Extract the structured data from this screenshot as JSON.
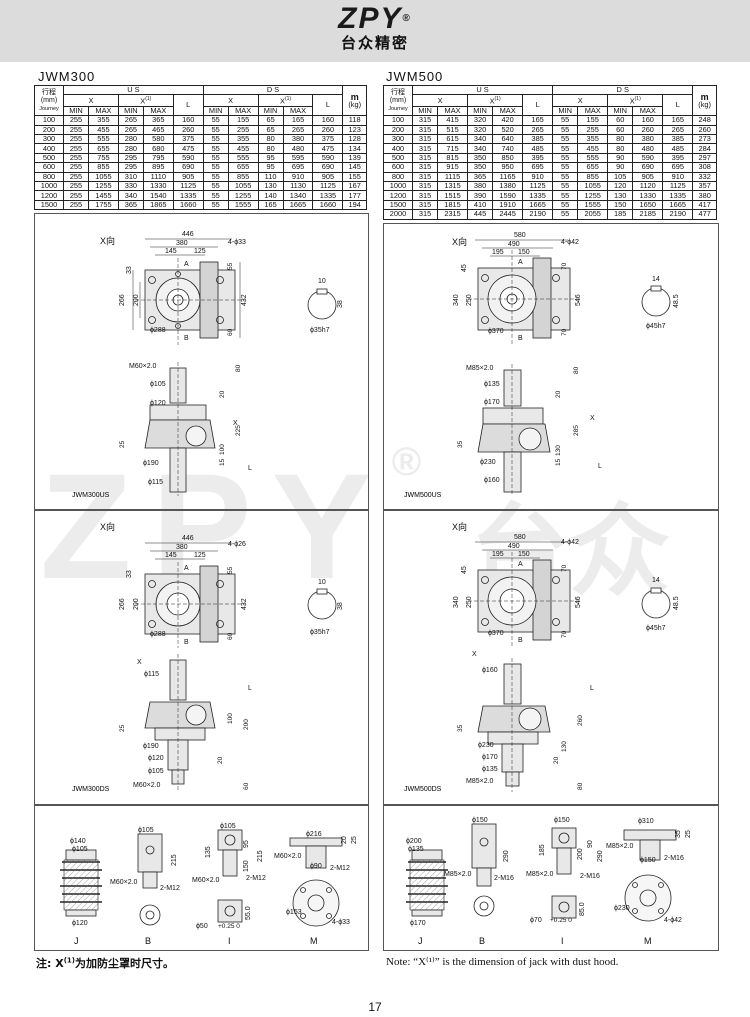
{
  "header": {
    "logo": "ZPY",
    "logo_reg": "®",
    "brand_cn": "台众精密"
  },
  "watermark": {
    "text": "ZPY",
    "reg": "®",
    "cn": "台众"
  },
  "table_headers": {
    "stroke_cn": "行程",
    "stroke_unit": "(mm)",
    "stroke_en": "Journey",
    "us": "U S",
    "ds": "D S",
    "x": "X",
    "x1": "X",
    "x1_sup": "(1)",
    "l": "L",
    "min": "MIN",
    "max": "MAX",
    "mass": "m",
    "mass_unit": "(kg)"
  },
  "jwm300": {
    "title": "JWM300",
    "rows": [
      [
        "100",
        "255",
        "355",
        "265",
        "365",
        "160",
        "55",
        "155",
        "65",
        "165",
        "160",
        "118"
      ],
      [
        "200",
        "255",
        "455",
        "265",
        "465",
        "260",
        "55",
        "255",
        "65",
        "265",
        "260",
        "123"
      ],
      [
        "300",
        "255",
        "555",
        "280",
        "580",
        "375",
        "55",
        "355",
        "80",
        "380",
        "375",
        "128"
      ],
      [
        "400",
        "255",
        "655",
        "280",
        "680",
        "475",
        "55",
        "455",
        "80",
        "480",
        "475",
        "134"
      ],
      [
        "500",
        "255",
        "755",
        "295",
        "795",
        "590",
        "55",
        "555",
        "95",
        "595",
        "590",
        "139"
      ],
      [
        "600",
        "255",
        "855",
        "295",
        "895",
        "690",
        "55",
        "655",
        "95",
        "695",
        "690",
        "145"
      ],
      [
        "800",
        "255",
        "1055",
        "310",
        "1110",
        "905",
        "55",
        "855",
        "110",
        "910",
        "905",
        "155"
      ],
      [
        "1000",
        "255",
        "1255",
        "330",
        "1330",
        "1125",
        "55",
        "1055",
        "130",
        "1130",
        "1125",
        "167"
      ],
      [
        "1200",
        "255",
        "1455",
        "340",
        "1540",
        "1335",
        "55",
        "1255",
        "140",
        "1340",
        "1335",
        "177"
      ],
      [
        "1500",
        "255",
        "1755",
        "365",
        "1865",
        "1660",
        "55",
        "1555",
        "165",
        "1665",
        "1660",
        "194"
      ]
    ],
    "us_label": "JWM300US",
    "ds_label": "JWM300DS",
    "top": {
      "x_dir": "X向",
      "w446": "446",
      "w380": "380",
      "w145": "145",
      "w125": "125",
      "holes_us": "4-ϕ33",
      "holes_ds": "4-ϕ26",
      "a": "A",
      "b": "B",
      "d288": "ϕ288",
      "h266": "266",
      "h200": "200",
      "h33": "33",
      "h432": "432",
      "r55": "55",
      "r60": "60",
      "key10": "10",
      "key38": "38",
      "shaft": "ϕ35h7"
    },
    "us": {
      "thread": "M60×2.0",
      "d105": "ϕ105",
      "d120": "ϕ120",
      "d190": "ϕ190",
      "d115": "ϕ115",
      "x": "X",
      "l": "L",
      "v80": "80",
      "v20": "20",
      "v225": "225",
      "v25": "25",
      "v100": "100",
      "v15": "15"
    },
    "ds": {
      "x": "X",
      "d115": "ϕ115",
      "d190": "ϕ190",
      "d120": "ϕ120",
      "d105": "ϕ105",
      "thread": "M60×2.0",
      "l": "L",
      "v25": "25",
      "v100": "100",
      "v200": "200",
      "v20": "20",
      "v60": "60"
    }
  },
  "jwm500": {
    "title": "JWM500",
    "rows": [
      [
        "100",
        "315",
        "415",
        "320",
        "420",
        "165",
        "55",
        "155",
        "60",
        "160",
        "165",
        "248"
      ],
      [
        "200",
        "315",
        "515",
        "320",
        "520",
        "265",
        "55",
        "255",
        "60",
        "260",
        "265",
        "260"
      ],
      [
        "300",
        "315",
        "615",
        "340",
        "640",
        "385",
        "55",
        "355",
        "80",
        "380",
        "385",
        "273"
      ],
      [
        "400",
        "315",
        "715",
        "340",
        "740",
        "485",
        "55",
        "455",
        "80",
        "480",
        "485",
        "284"
      ],
      [
        "500",
        "315",
        "815",
        "350",
        "850",
        "395",
        "55",
        "555",
        "90",
        "590",
        "395",
        "297"
      ],
      [
        "600",
        "315",
        "915",
        "350",
        "950",
        "695",
        "55",
        "655",
        "90",
        "690",
        "695",
        "308"
      ],
      [
        "800",
        "315",
        "1115",
        "365",
        "1165",
        "910",
        "55",
        "855",
        "105",
        "905",
        "910",
        "332"
      ],
      [
        "1000",
        "315",
        "1315",
        "380",
        "1380",
        "1125",
        "55",
        "1055",
        "120",
        "1120",
        "1125",
        "357"
      ],
      [
        "1200",
        "315",
        "1515",
        "390",
        "1590",
        "1335",
        "55",
        "1255",
        "130",
        "1330",
        "1335",
        "380"
      ],
      [
        "1500",
        "315",
        "1815",
        "410",
        "1910",
        "1665",
        "55",
        "1555",
        "150",
        "1650",
        "1665",
        "417"
      ],
      [
        "2000",
        "315",
        "2315",
        "445",
        "2445",
        "2190",
        "55",
        "2055",
        "185",
        "2185",
        "2190",
        "477"
      ]
    ],
    "us_label": "JWM500US",
    "ds_label": "JWM500DS",
    "top": {
      "x_dir": "X向",
      "w580": "580",
      "w490": "490",
      "w195": "195",
      "w150": "150",
      "holes": "4-ϕ42",
      "a": "A",
      "b": "B",
      "d370": "ϕ370",
      "h340": "340",
      "h250": "250",
      "h45": "45",
      "h546": "546",
      "r70": "70",
      "r70b": "70",
      "key14": "14",
      "key485": "48.5",
      "shaft": "ϕ45h7"
    },
    "us": {
      "thread": "M85×2.0",
      "d135": "ϕ135",
      "d170": "ϕ170",
      "d230": "ϕ230",
      "d160": "ϕ160",
      "x": "X",
      "l": "L",
      "v80": "80",
      "v20": "20",
      "v285": "285",
      "v35": "35",
      "v130": "130",
      "v15": "15"
    },
    "ds": {
      "x": "X",
      "d160": "ϕ160",
      "d230": "ϕ230",
      "d170": "ϕ170",
      "d135": "ϕ135",
      "thread": "M85×2.0",
      "l": "L",
      "v35": "35",
      "v130": "130",
      "v260": "260",
      "v20": "20",
      "v80": "80"
    }
  },
  "acc300": {
    "j": {
      "label": "J",
      "d140": "ϕ140",
      "d105": "ϕ105",
      "d120": "ϕ120"
    },
    "b": {
      "label": "B",
      "d105": "ϕ105",
      "h215": "215",
      "thread": "M60×2.0",
      "holes": "2-M12"
    },
    "i": {
      "label": "I",
      "d105": "ϕ105",
      "h135": "135",
      "h150": "150",
      "h95": "95",
      "h215": "215",
      "thread": "M60×2.0",
      "holes": "2-M12",
      "d50": "ϕ50",
      "tol": "+0.25 0",
      "d55": "55.0"
    },
    "m": {
      "label": "M",
      "d216": "ϕ216",
      "h20": "20",
      "h25": "25",
      "thread": "M60×2.0",
      "d90": "ϕ90",
      "holes": "2-M12",
      "d153": "ϕ153",
      "holes4": "4-ϕ33"
    }
  },
  "acc500": {
    "j": {
      "label": "J",
      "d200": "ϕ200",
      "d135": "ϕ135",
      "d170": "ϕ170"
    },
    "b": {
      "label": "B",
      "d150": "ϕ150",
      "h290": "290",
      "thread": "M85×2.0",
      "holes": "2-M16"
    },
    "i": {
      "label": "I",
      "d150": "ϕ150",
      "h185": "185",
      "h200": "200",
      "h90": "90",
      "h290": "290",
      "thread": "M85×2.0",
      "holes": "2-M16",
      "d70": "ϕ70",
      "tol": "+0.25 0",
      "d85": "85.0"
    },
    "m": {
      "label": "M",
      "d310": "ϕ310",
      "h35": "35",
      "h25": "25",
      "thread": "M85×2.0",
      "d150": "ϕ150",
      "holes": "2-M16",
      "d230": "ϕ230",
      "holes4": "4-ϕ42"
    }
  },
  "notes": {
    "cn_prefix": "注:",
    "cn_x": "X",
    "cn_sup": "(1)",
    "cn_rest": "为加防尘罩时尺寸。",
    "en": "Note: “X⁽¹⁾” is the dimension of jack with dust hood."
  },
  "page_number": "17"
}
